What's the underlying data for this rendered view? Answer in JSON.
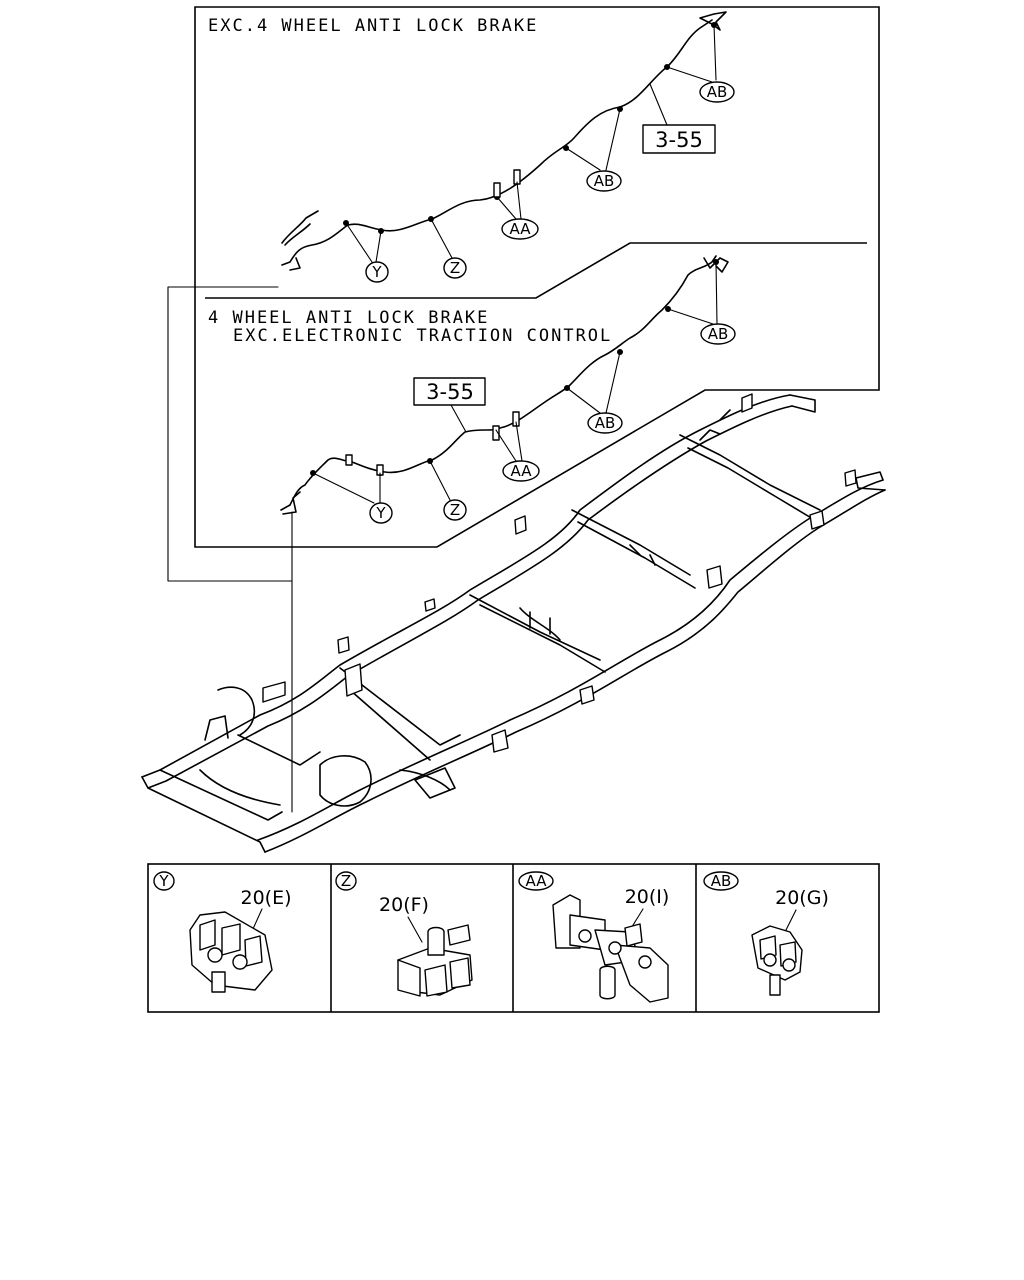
{
  "section_top": {
    "title": "EXC.4 WHEEL ANTI LOCK BRAKE",
    "ref": "3-55",
    "clips": {
      "y": "Y",
      "z": "Z",
      "aa": "AA",
      "ab1": "AB",
      "ab2": "AB"
    }
  },
  "section_middle": {
    "title_line1": "4 WHEEL ANTI LOCK BRAKE",
    "title_line2": "EXC.ELECTRONIC TRACTION CONTROL",
    "ref": "3-55",
    "clips": {
      "y": "Y",
      "z": "Z",
      "aa": "AA",
      "ab1": "AB",
      "ab2": "AB"
    }
  },
  "legend": [
    {
      "key": "Y",
      "part": "20(E)"
    },
    {
      "key": "Z",
      "part": "20(F)"
    },
    {
      "key": "AA",
      "part": "20(I)"
    },
    {
      "key": "AB",
      "part": "20(G)"
    }
  ]
}
